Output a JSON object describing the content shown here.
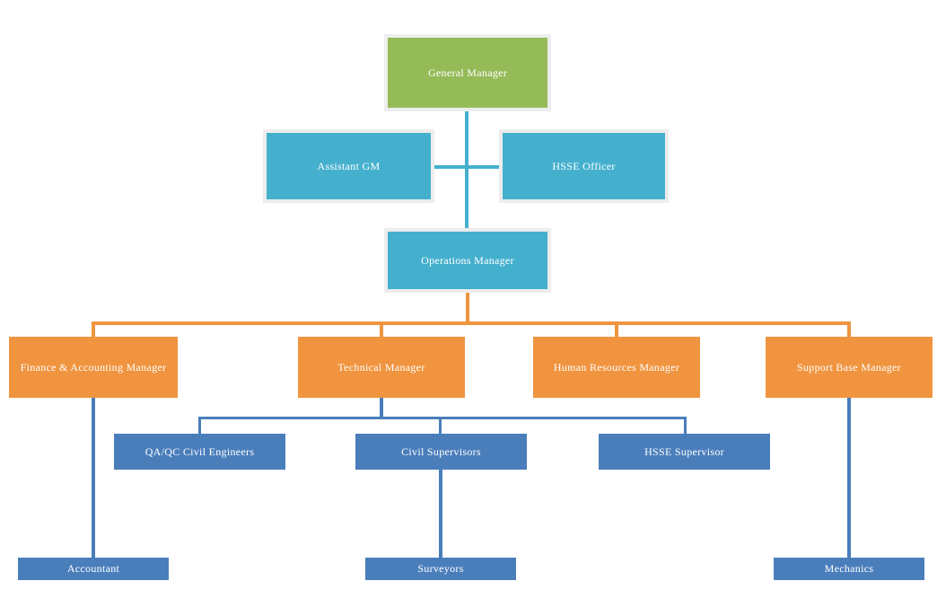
{
  "chart": {
    "type": "org-chart",
    "title": "",
    "background": "#FFFFFF",
    "colors": {
      "executive_green": "#95BB58",
      "management_teal": "#45B0CE",
      "manager_orange": "#F0943F",
      "staff_blue": "#4A7EBB",
      "box_frame": "#EDEDED",
      "label_text": "#FFFFFF"
    },
    "levels": [
      {
        "name": "executive",
        "color": "#95BB58"
      },
      {
        "name": "support-to-gm",
        "color": "#45B0CE"
      },
      {
        "name": "operations",
        "color": "#45B0CE"
      },
      {
        "name": "department-managers",
        "color": "#F0943F"
      },
      {
        "name": "supervisors",
        "color": "#4A7EBB"
      },
      {
        "name": "staff",
        "color": "#4A7EBB"
      }
    ],
    "nodes": {
      "general_manager": "General Manager",
      "assistant_gm": "Assistant GM",
      "hsse_officer": "HSSE Officer",
      "operations_manager": "Operations Manager",
      "finance_accounting_manager": "Finance & Accounting Manager",
      "technical_manager": "Technical Manager",
      "human_resources_manager": "Human Resources Manager",
      "support_base_manager": "Support Base Manager",
      "qaqc_civil_engineers": "QA/QC Civil Engineers",
      "civil_supervisors": "Civil Supervisors",
      "hsse_supervisor": "HSSE Supervisor",
      "accountant": "Accountant",
      "surveyors": "Surveyors",
      "mechanics": "Mechanics"
    },
    "edges": [
      {
        "from": "general_manager",
        "to": "operations_manager",
        "color": "#45B0CE"
      },
      {
        "from": "assistant_gm",
        "to": "general_manager",
        "color": "#45B0CE"
      },
      {
        "from": "hsse_officer",
        "to": "general_manager",
        "color": "#45B0CE"
      },
      {
        "from": "operations_manager",
        "to": "finance_accounting_manager",
        "color": "#F0943F"
      },
      {
        "from": "operations_manager",
        "to": "technical_manager",
        "color": "#F0943F"
      },
      {
        "from": "operations_manager",
        "to": "human_resources_manager",
        "color": "#F0943F"
      },
      {
        "from": "operations_manager",
        "to": "support_base_manager",
        "color": "#F0943F"
      },
      {
        "from": "technical_manager",
        "to": "qaqc_civil_engineers",
        "color": "#4A7EBB"
      },
      {
        "from": "technical_manager",
        "to": "civil_supervisors",
        "color": "#4A7EBB"
      },
      {
        "from": "technical_manager",
        "to": "hsse_supervisor",
        "color": "#4A7EBB"
      },
      {
        "from": "finance_accounting_manager",
        "to": "accountant",
        "color": "#4A7EBB"
      },
      {
        "from": "civil_supervisors",
        "to": "surveyors",
        "color": "#4A7EBB"
      },
      {
        "from": "support_base_manager",
        "to": "mechanics",
        "color": "#4A7EBB"
      }
    ]
  }
}
